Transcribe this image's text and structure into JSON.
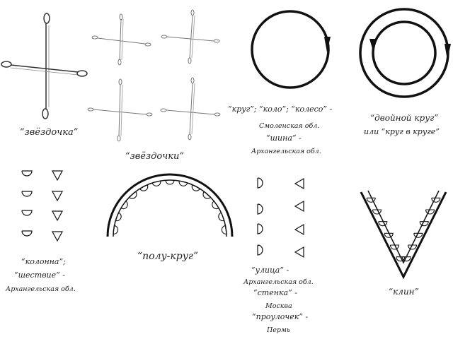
{
  "labels": {
    "zvezdochka": "“звёздочка”",
    "zvezdochki": "“звёздочки”",
    "krug_line": "“круг”; “коло”; “колесо” -",
    "krug_region1": "Смоленская обл.",
    "krug_shina": "“шина” -",
    "krug_region2": "Архангельская обл.",
    "dvoinoi_krug": "“двойной круг”",
    "ili_krug_v_kruge": "или “круг в круге”",
    "kolonna": "“колонна”;",
    "shestvie": "“шествие” -",
    "kolonna_region": "Архангельская обл.",
    "polukrug": "“полу-круг”",
    "ulitsa": "“улица” -",
    "ulitsa_region": "Архангельская обл.",
    "stenka": "“стенка” -",
    "stenka_region": "Москва",
    "proulochek": "“проулочек” -",
    "proulochek_region": "Пермь",
    "klin": "“клин”"
  },
  "colors": {
    "ink": "#111111",
    "light_ink": "#6a6a6a",
    "background": "#ffffff"
  }
}
